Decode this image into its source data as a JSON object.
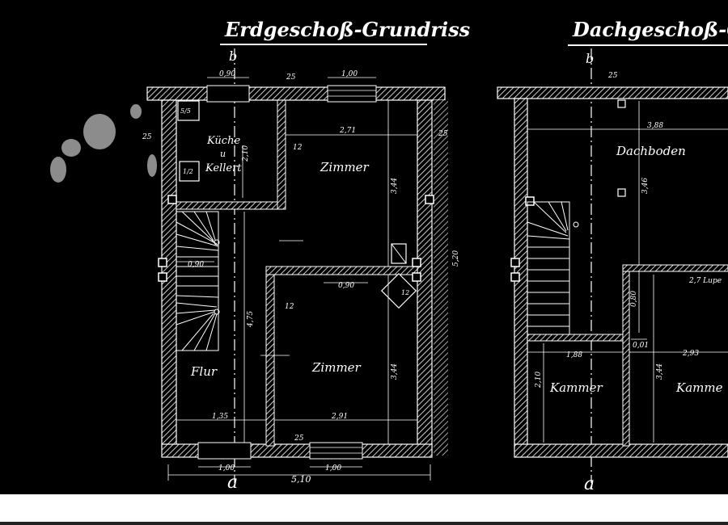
{
  "titles": {
    "ground_floor": "Erdgeschoß-Grundriss",
    "attic_floor": "Dachgeschoß-Grun"
  },
  "section_marks": {
    "ground_top": "b",
    "ground_bottom": "a",
    "attic_top": "b",
    "attic_bottom": "a"
  },
  "rooms": {
    "kueche_line1": "Küche",
    "kueche_line2": "u",
    "kueche_line3": "Kellert",
    "zimmer_upper": "Zimmer",
    "zimmer_lower": "Zimmer",
    "flur": "Flur",
    "dachboden": "Dachboden",
    "kammer_left": "Kammer",
    "kammer_right": "Kamme"
  },
  "labels": {
    "chimney_small": "5/5",
    "chimney_kitchen": "1/2",
    "wall_note": "2,7 Lupe"
  },
  "dimensions": {
    "top_door_width": "0,90",
    "top_window_width": "1,00",
    "top_wall_thickness": "25",
    "left_wall_thickness": "25",
    "right_wall_thickness": "25",
    "kitchen_height": "2,10",
    "inner_wall_upper": "12",
    "inner_wall_lower": "12",
    "zimmer_upper_width": "2,71",
    "zimmer_upper_height": "3,44",
    "stair_width": "0,90",
    "middle_door": "0,90",
    "zimmer_lower_height": "3,44",
    "flur_length": "4,75",
    "flur_width": "1,35",
    "zimmer_lower_width": "2,91",
    "bottom_wall": "25",
    "bottom_door": "1,00",
    "bottom_window": "1,00",
    "total_width": "5,10",
    "attic_top_wall": "25",
    "attic_width": "3,88",
    "attic_height": "3,46",
    "attic_stair_gap": "0,80",
    "attic_wall": "0,01",
    "kammer_left_width": "1,88",
    "kammer_right_width": "2,93",
    "kammer_left_height": "2,10",
    "kammer_right_height": "3,44",
    "right_side_label": "5,20"
  }
}
